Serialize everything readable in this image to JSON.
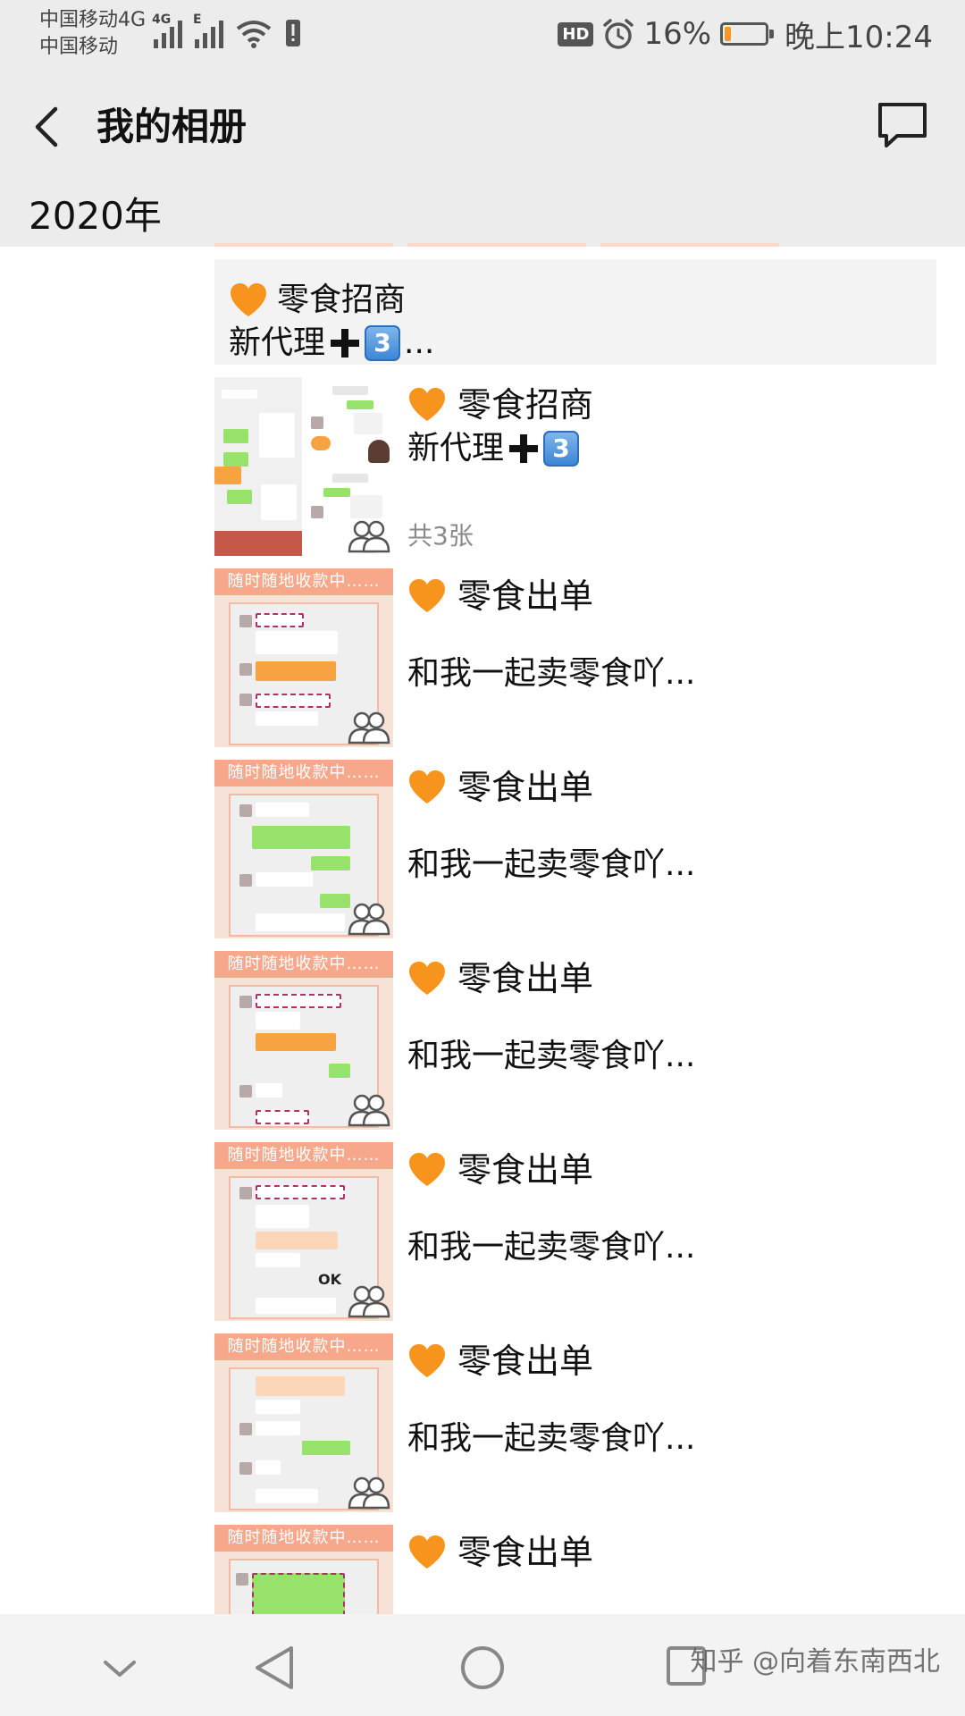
{
  "status_bar": {
    "carrier_line1": "中国移动4G",
    "carrier_line2": "中国移动",
    "signal1_tag": "4G",
    "signal2_tag": "E",
    "hd_badge": "HD",
    "battery_percent": "16%",
    "battery_level": 0.16,
    "time": "晚上10:24",
    "icons": [
      "signal-icon",
      "wifi-icon",
      "alert-icon",
      "alarm-icon",
      "battery-icon"
    ],
    "battery_color": "#f39a1e"
  },
  "header": {
    "title": "我的相册",
    "back_icon": "back-arrow-icon",
    "comment_icon": "comment-icon"
  },
  "year": "2020年",
  "text_post": {
    "line1": "零食招商",
    "line2_prefix": "新代理",
    "keycap_digit": "3",
    "ellipsis": "..."
  },
  "grid_post": {
    "title": "零食招商",
    "sub_prefix": "新代理",
    "keycap_digit": "3",
    "count_label": "共3张"
  },
  "posts": [
    {
      "banner": "随时随地收款中……",
      "title": "零食出单",
      "subtitle": "和我一起卖零食吖..."
    },
    {
      "banner": "随时随地收款中……",
      "title": "零食出单",
      "subtitle": "和我一起卖零食吖..."
    },
    {
      "banner": "随时随地收款中……",
      "title": "零食出单",
      "subtitle": "和我一起卖零食吖..."
    },
    {
      "banner": "随时随地收款中……",
      "title": "零食出单",
      "subtitle": "和我一起卖零食吖..."
    },
    {
      "banner": "随时随地收款中……",
      "title": "零食出单",
      "subtitle": "和我一起卖零食吖..."
    },
    {
      "banner": "随时随地收款中……",
      "title": "零食出单",
      "subtitle": ""
    }
  ],
  "nav": {
    "icons": [
      "collapse-icon",
      "nav-back-icon",
      "nav-home-icon",
      "nav-recent-icon"
    ]
  },
  "watermark": "知乎 @向着东南西北",
  "colors": {
    "heart": "#f7941d",
    "banner": "#f7a78a",
    "bubble_green": "#96e26b",
    "bubble_orange": "#f7a342",
    "header_bg": "#ececec"
  }
}
